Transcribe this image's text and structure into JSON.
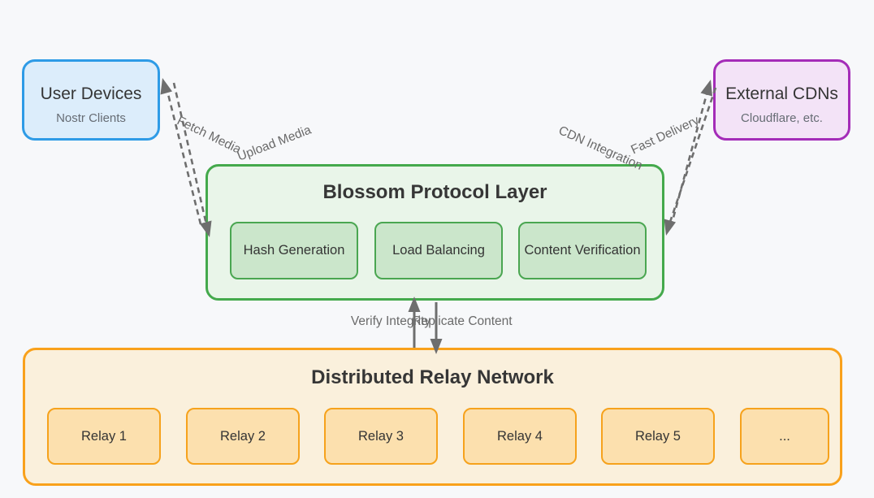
{
  "diagram": {
    "nodes": {
      "user_devices": {
        "title": "User Devices",
        "subtitle": "Nostr Clients"
      },
      "external_cdns": {
        "title": "External CDNs",
        "subtitle": "Cloudflare, etc."
      },
      "blossom": {
        "title": "Blossom Protocol Layer",
        "features": [
          {
            "label": "Hash Generation"
          },
          {
            "label": "Load Balancing"
          },
          {
            "label": "Content Verification"
          }
        ]
      },
      "relay_network": {
        "title": "Distributed Relay Network",
        "relays": [
          {
            "label": "Relay 1"
          },
          {
            "label": "Relay 2"
          },
          {
            "label": "Relay 3"
          },
          {
            "label": "Relay 4"
          },
          {
            "label": "Relay 5"
          },
          {
            "label": "..."
          }
        ]
      }
    },
    "edges": {
      "fetch_media": {
        "label": "Fetch Media",
        "style": "dashed",
        "from": "blossom",
        "to": "user_devices"
      },
      "upload_media": {
        "label": "Upload Media",
        "style": "dashed",
        "from": "user_devices",
        "to": "blossom"
      },
      "cdn_integration": {
        "label": "CDN Integration",
        "style": "dashed",
        "from": "blossom",
        "to": "external_cdns"
      },
      "fast_delivery": {
        "label": "Fast Delivery",
        "style": "dashed",
        "from": "external_cdns",
        "to": "blossom"
      },
      "verify_integrity": {
        "label": "Verify Integrity",
        "style": "solid",
        "from": "relay_network",
        "to": "blossom"
      },
      "replicate_content": {
        "label": "Replicate Content",
        "style": "solid",
        "from": "blossom",
        "to": "relay_network"
      }
    },
    "colors": {
      "background": "#f7f8fa",
      "user_devices_fill": "#dcedfb",
      "user_devices_border": "#2e9be6",
      "external_cdns_fill": "#f3e3f7",
      "external_cdns_border": "#a42cb8",
      "blossom_fill": "#e9f5e9",
      "blossom_border": "#44a94c",
      "feature_fill": "#cbe6cb",
      "feature_border": "#4aa651",
      "relay_outer_fill": "#faf0dc",
      "relay_border": "#f9a11b",
      "relay_fill": "#fce0ae",
      "connector_gray": "#6e6e6e",
      "title_text": "#353535",
      "subtitle_text": "#666c74"
    }
  }
}
